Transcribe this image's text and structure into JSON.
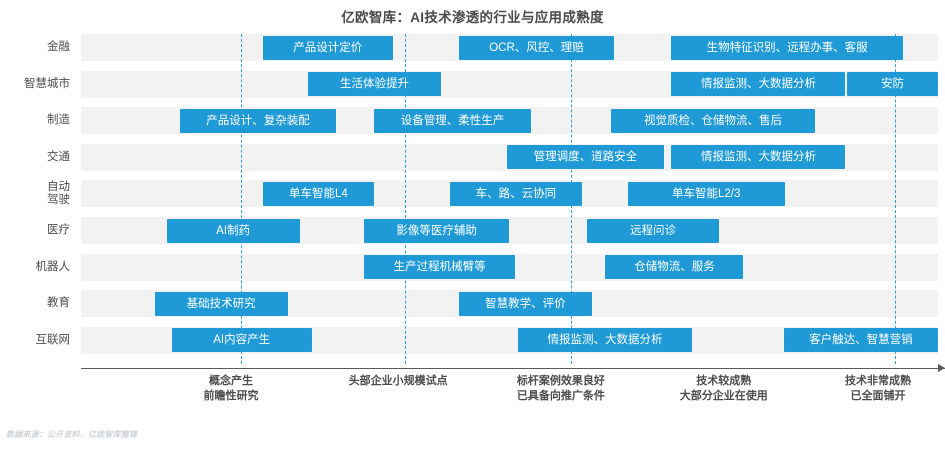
{
  "title": "亿欧智库：AI技术渗透的行业与应用成熟度",
  "source": "数据来源：公开资料、亿欧智库整理",
  "colors": {
    "bar": "#1f9ad6",
    "band": "#f2f2f2",
    "divider": "#2e9fd6",
    "text": "#4d4d4d"
  },
  "chart_data": {
    "type": "bar",
    "title": "亿欧智库：AI技术渗透的行业与应用成熟度",
    "xlabel": "",
    "ylabel": "",
    "grid": false,
    "legend": "none",
    "axis_note": "横轴为技术成熟度阶段（5 段），纵轴为行业",
    "categories": [
      "金融",
      "智慧城市",
      "制造",
      "交通",
      "自动驾驶",
      "医疗",
      "机器人",
      "教育",
      "互联网"
    ],
    "stages": [
      {
        "index": 1,
        "lines": [
          "概念产生",
          "前瞻性研究"
        ],
        "center_pct": 17.5
      },
      {
        "index": 2,
        "lines": [
          "头部企业小规模试点"
        ],
        "center_pct": 37.0
      },
      {
        "index": 3,
        "lines": [
          "标杆案例效果良好",
          "已具备向推广条件"
        ],
        "center_pct": 56.0
      },
      {
        "index": 4,
        "lines": [
          "技术较成熟",
          "大部分企业在使用"
        ],
        "center_pct": 75.0
      },
      {
        "index": 5,
        "lines": [
          "技术非常成熟",
          "已全面铺开"
        ],
        "center_pct": 93.0
      }
    ],
    "dividers_pct": [
      18.7,
      37.8,
      57.2,
      95.0
    ],
    "rows": [
      {
        "category": "金融",
        "label_lines": [
          "金融"
        ],
        "bars": [
          {
            "text": "产品设计定价",
            "left_pct": 21.2,
            "width_pct": 15.2
          },
          {
            "text": "OCR、风控、理赔",
            "left_pct": 44.1,
            "width_pct": 18.1
          },
          {
            "text": "生物特征识别、远程办事、客服",
            "left_pct": 68.9,
            "width_pct": 27.0
          }
        ]
      },
      {
        "category": "智慧城市",
        "label_lines": [
          "智慧城市"
        ],
        "bars": [
          {
            "text": "生活体验提升",
            "left_pct": 26.5,
            "width_pct": 15.5
          },
          {
            "text": "情报监测、大数据分析",
            "left_pct": 68.9,
            "width_pct": 20.3
          },
          {
            "text": "安防",
            "left_pct": 89.4,
            "width_pct": 10.6
          }
        ]
      },
      {
        "category": "制造",
        "label_lines": [
          "制造"
        ],
        "bars": [
          {
            "text": "产品设计、复杂装配",
            "left_pct": 11.5,
            "width_pct": 18.3
          },
          {
            "text": "设备管理、柔性生产",
            "left_pct": 34.2,
            "width_pct": 18.3
          },
          {
            "text": "视觉质检、仓储物流、售后",
            "left_pct": 61.8,
            "width_pct": 23.9
          }
        ]
      },
      {
        "category": "交通",
        "label_lines": [
          "交通"
        ],
        "bars": [
          {
            "text": "管理调度、道路安全",
            "left_pct": 49.7,
            "width_pct": 18.3
          },
          {
            "text": "情报监测、大数据分析",
            "left_pct": 68.9,
            "width_pct": 20.3
          }
        ]
      },
      {
        "category": "自动驾驶",
        "label_lines": [
          "自动",
          "驾驶"
        ],
        "bars": [
          {
            "text": "单车智能L4",
            "left_pct": 21.2,
            "width_pct": 13.0
          },
          {
            "text": "车、路、云协同",
            "left_pct": 43.0,
            "width_pct": 15.5
          },
          {
            "text": "单车智能L2/3",
            "left_pct": 63.8,
            "width_pct": 18.3
          }
        ]
      },
      {
        "category": "医疗",
        "label_lines": [
          "医疗"
        ],
        "bars": [
          {
            "text": "AI制药",
            "left_pct": 10.0,
            "width_pct": 15.5
          },
          {
            "text": "影像等医疗辅助",
            "left_pct": 33.0,
            "width_pct": 17.0
          },
          {
            "text": "远程问诊",
            "left_pct": 59.0,
            "width_pct": 15.5
          }
        ]
      },
      {
        "category": "机器人",
        "label_lines": [
          "机器人"
        ],
        "bars": [
          {
            "text": "生产过程机械臂等",
            "left_pct": 33.0,
            "width_pct": 17.7
          },
          {
            "text": "仓储物流、服务",
            "left_pct": 61.2,
            "width_pct": 16.1
          }
        ]
      },
      {
        "category": "教育",
        "label_lines": [
          "教育"
        ],
        "bars": [
          {
            "text": "基础技术研究",
            "left_pct": 8.6,
            "width_pct": 15.5
          },
          {
            "text": "智慧教学、评价",
            "left_pct": 44.1,
            "width_pct": 15.5
          }
        ]
      },
      {
        "category": "互联网",
        "label_lines": [
          "AI内容产生"
        ],
        "bars": [
          {
            "text": "AI内容产生",
            "left_pct": 10.6,
            "width_pct": 16.3
          },
          {
            "text": "情报监测、大数据分析",
            "left_pct": 51.0,
            "width_pct": 20.3
          },
          {
            "text": "客户触达、智慧营销",
            "left_pct": 82.0,
            "width_pct": 18.0
          }
        ]
      }
    ]
  },
  "y_axis_labels": [
    "金融",
    "智慧城市",
    "制造",
    "交通",
    "自动\n驾驶",
    "医疗",
    "机器人",
    "教育",
    "互联网"
  ]
}
